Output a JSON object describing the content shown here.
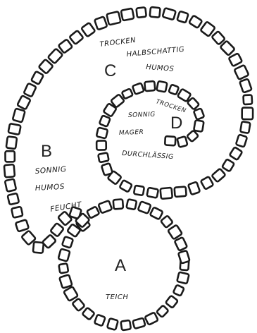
{
  "colors": {
    "ink": "#1a1a1a",
    "paper": "#ffffff"
  },
  "zones": {
    "a": {
      "letter": "A",
      "label": "TEICH"
    },
    "b": {
      "letter": "B",
      "line1": "SONNIG",
      "line2": "HUMOS",
      "line3": "FEUCHT"
    },
    "c": {
      "letter": "C",
      "line1": "TROCKEN",
      "line2": "HALBSCHATTIG",
      "line3": "HUMOS"
    },
    "d": {
      "letter": "D",
      "line1": "TROCKEN",
      "line2": "SONNIG",
      "line3": "MAGER",
      "line4": "DURCHLÄSSIG"
    }
  }
}
